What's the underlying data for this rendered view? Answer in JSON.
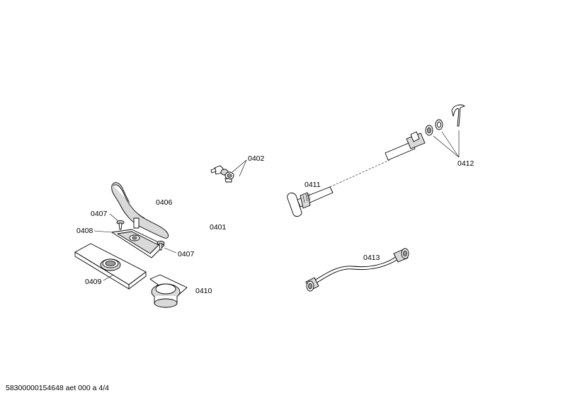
{
  "labels": {
    "p0401": "0401",
    "p0402": "0402",
    "p0406": "0406",
    "p0407a": "0407",
    "p0407b": "0407",
    "p0408": "0408",
    "p0409": "0409",
    "p0410": "0410",
    "p0411": "0411",
    "p0412": "0412",
    "p0413": "0413"
  },
  "footer": {
    "reference": "58300000154648 aet 000 a 4/4"
  }
}
